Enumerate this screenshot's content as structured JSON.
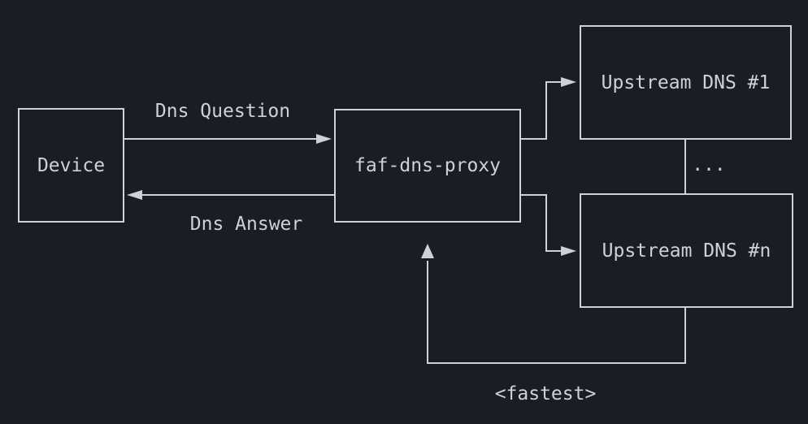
{
  "nodes": {
    "device": {
      "label": "Device"
    },
    "proxy": {
      "label": "faf-dns-proxy"
    },
    "upstream1": {
      "label": "Upstream DNS #1"
    },
    "upstreamN": {
      "label": "Upstream DNS #n"
    }
  },
  "edges": {
    "question": {
      "label": "Dns Question",
      "from": "device",
      "to": "proxy"
    },
    "answer": {
      "label": "Dns Answer",
      "from": "proxy",
      "to": "device"
    },
    "fanout_top": {
      "from": "proxy",
      "to": "upstream1"
    },
    "fanout_bottom": {
      "from": "proxy",
      "to": "upstreamN"
    },
    "more_upstreams": {
      "label": "...",
      "from": "upstream1",
      "to": "upstreamN"
    },
    "fastest": {
      "label": "<fastest>",
      "from": "upstreamN",
      "to": "proxy"
    }
  },
  "colors": {
    "background": "#1a1d24",
    "stroke": "#cdd2d9",
    "text": "#cdd2d9"
  }
}
